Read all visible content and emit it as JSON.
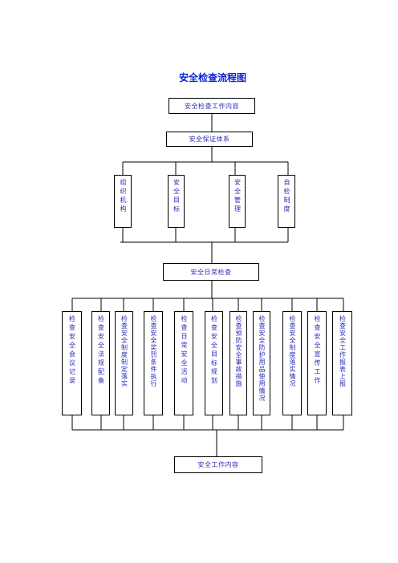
{
  "title": "安全检查流程图",
  "top_box": "安全检查工作内容",
  "system_box": "安全保证体系",
  "level2": [
    "组织机构",
    "安全目标",
    "安全管理",
    "自检制度"
  ],
  "daily_box": "安全日常检查",
  "level4": [
    "检查安全会议记录",
    "检查安全法规配备",
    "检查安全制度制定落实",
    "检查安全奖罚条件执行",
    "检查日常安全活动",
    "检查安全目标规划",
    "检查预防安全事故措施",
    "检查安全防护用品使用情况",
    "检查安全制度落实情况",
    "检查安全宣传工作",
    "检查安全工作报表上报"
  ],
  "bottom_box": "安全工作内容"
}
